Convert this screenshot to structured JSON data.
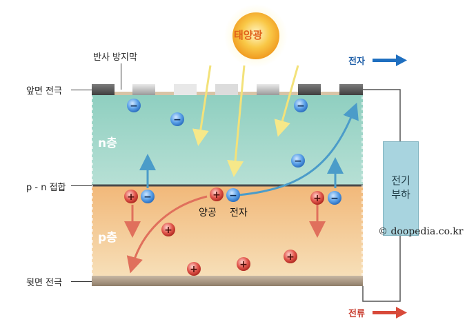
{
  "labels": {
    "sunlight": "태양광",
    "anti_reflection": "반사 방지막",
    "front_electrode": "앞면 전극",
    "pn_junction": "p - n 접합",
    "back_electrode": "뒷면 전극",
    "n_layer": "n층",
    "p_layer": "p층",
    "hole": "양공",
    "electron": "전자",
    "load": "전기\n부하",
    "top_arrow_label": "전자",
    "bottom_arrow_label": "전류",
    "copyright": "© doopedia.co.kr"
  },
  "symbols": {
    "minus": "−",
    "plus": "+"
  },
  "colors": {
    "electron": "#4a90d9",
    "hole": "#d9463e",
    "n_layer": "#9ed3c6",
    "p_layer": "#f3c58b",
    "electron_arrow": "#1f6fc0",
    "current_arrow": "#d84a3a",
    "sun": "#f7b733"
  }
}
